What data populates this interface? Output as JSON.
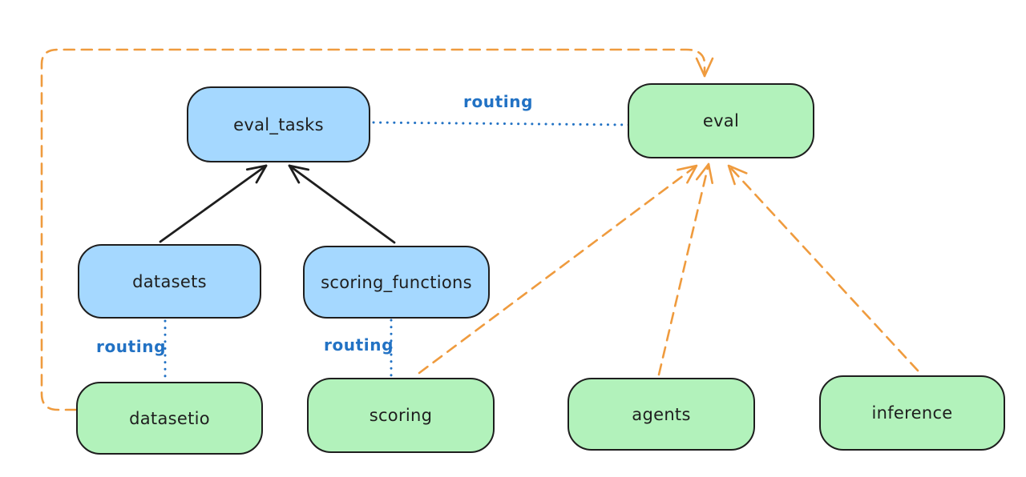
{
  "diagram": {
    "nodes": {
      "eval_tasks": {
        "label": "eval_tasks",
        "color": "blue"
      },
      "eval": {
        "label": "eval",
        "color": "green"
      },
      "datasets": {
        "label": "datasets",
        "color": "blue"
      },
      "scoring_functions": {
        "label": "scoring_functions",
        "color": "blue"
      },
      "datasetio": {
        "label": "datasetio",
        "color": "green"
      },
      "scoring": {
        "label": "scoring",
        "color": "green"
      },
      "agents": {
        "label": "agents",
        "color": "green"
      },
      "inference": {
        "label": "inference",
        "color": "green"
      }
    },
    "edges": [
      {
        "from": "datasets",
        "to": "eval_tasks",
        "style": "solid",
        "color": "black",
        "arrow": true
      },
      {
        "from": "scoring_functions",
        "to": "eval_tasks",
        "style": "solid",
        "color": "black",
        "arrow": true
      },
      {
        "from": "eval_tasks",
        "to": "eval",
        "style": "dotted",
        "color": "blue",
        "label": "routing"
      },
      {
        "from": "datasets",
        "to": "datasetio",
        "style": "dotted",
        "color": "blue",
        "label": "routing"
      },
      {
        "from": "scoring_functions",
        "to": "scoring",
        "style": "dotted",
        "color": "blue",
        "label": "routing"
      },
      {
        "from": "datasetio",
        "to": "eval",
        "style": "dashed",
        "color": "orange",
        "arrow": true
      },
      {
        "from": "scoring",
        "to": "eval",
        "style": "dashed",
        "color": "orange",
        "arrow": true
      },
      {
        "from": "agents",
        "to": "eval",
        "style": "dashed",
        "color": "orange",
        "arrow": true
      },
      {
        "from": "inference",
        "to": "eval",
        "style": "dashed",
        "color": "orange",
        "arrow": true
      }
    ],
    "labels": {
      "routing_eval": "routing",
      "routing_datasetio": "routing",
      "routing_scoring": "routing"
    }
  },
  "colors": {
    "background": "#ffffff",
    "stroke_dark": "#1e1e1e",
    "node_blue_fill": "#a5d8ff",
    "node_green_fill": "#b2f2bb",
    "routing_blue": "#2272c4",
    "arrow_orange": "#ef9b3e"
  }
}
